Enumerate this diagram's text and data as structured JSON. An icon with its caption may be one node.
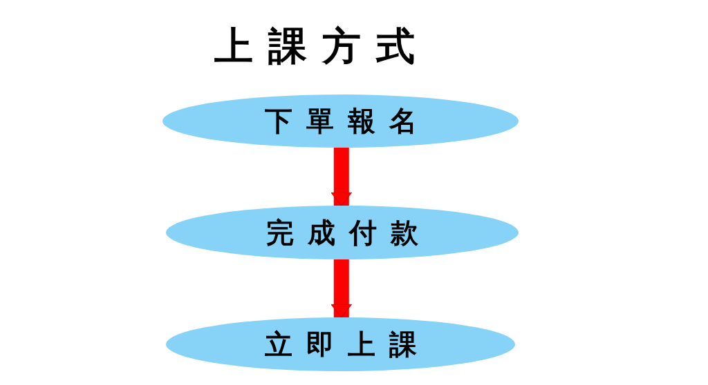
{
  "diagram": {
    "title": "上課方式",
    "nodes": [
      {
        "text": [
          "下單報名"
        ]
      },
      {
        "text": [
          "完成付款"
        ]
      },
      {
        "text": [
          "立即上課"
        ]
      }
    ],
    "edges": [
      {
        "from": 0,
        "to": 1,
        "arrow": "to"
      },
      {
        "from": 1,
        "to": 2,
        "arrow": "to"
      }
    ]
  }
}
